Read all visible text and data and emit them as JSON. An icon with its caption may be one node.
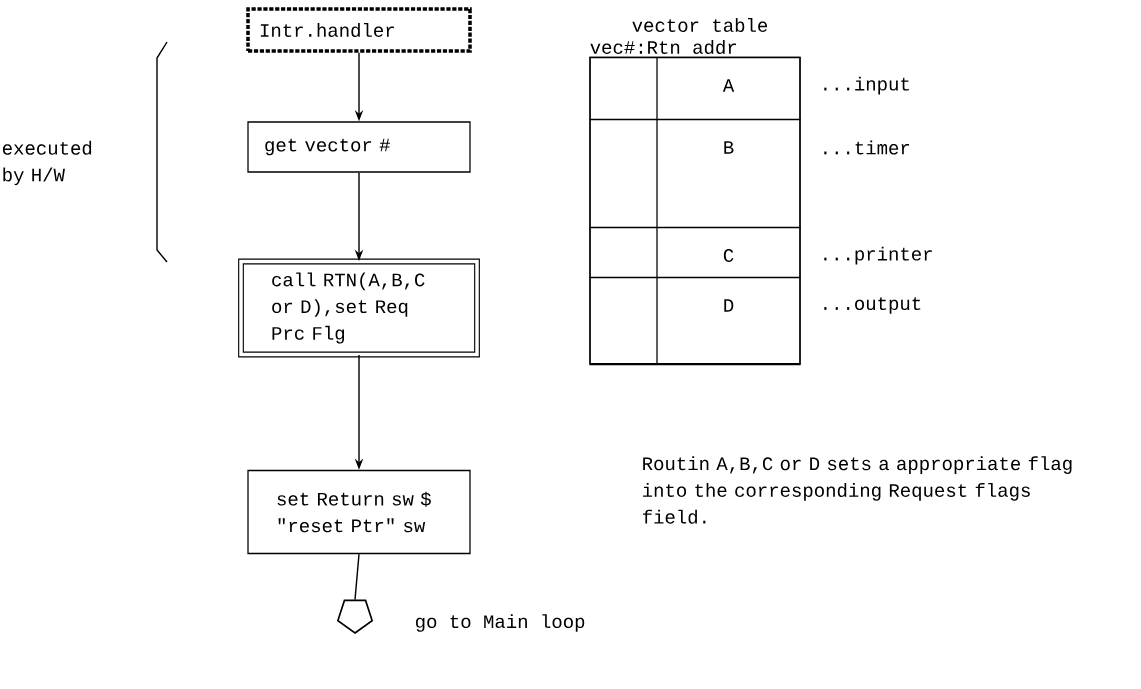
{
  "diagram": {
    "nodes": [
      {
        "text": [
          "Intr.handler"
        ]
      },
      {
        "text": [
          "get vector #"
        ]
      },
      {
        "text": [
          "call RTN(A,B,C or D),set Req Prc Flg"
        ]
      },
      {
        "text": [
          "set Return sw $ \"reset Ptr\" sw"
        ]
      },
      {
        "text": [],
        "shape": "pentagon",
        "beside": [
          "go to Main loop"
        ]
      },
      {
        "text": [
          "vector table",
          "vec#:Rtn addr"
        ]
      },
      {
        "text": [
          "A"
        ],
        "in": 5,
        "beside": [
          "...input"
        ]
      },
      {
        "text": [
          "B"
        ],
        "in": 5,
        "beside": [
          "...timer"
        ]
      },
      {
        "text": [
          "C"
        ],
        "in": 5,
        "beside": [
          "...printer"
        ]
      },
      {
        "text": [
          "D"
        ],
        "in": 5,
        "beside": [
          "...output"
        ]
      }
    ],
    "edges": [
      {
        "from": 0,
        "to": 1,
        "arrow": "to"
      },
      {
        "from": 1,
        "to": 2,
        "arrow": "to"
      },
      {
        "from": 2,
        "to": 3,
        "arrow": "to"
      },
      {
        "from": 3,
        "to": 4,
        "arrow": "none"
      }
    ],
    "labels": [
      "executed by H/W",
      "Routin A,B,C or D sets a appropriate flag into the corresponding Request flags field."
    ]
  }
}
